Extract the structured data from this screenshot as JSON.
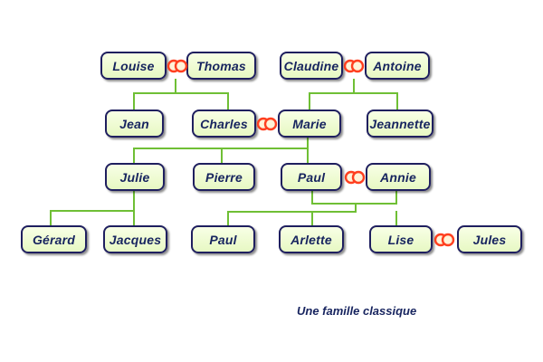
{
  "diagram": {
    "people": {
      "louise": "Louise",
      "thomas": "Thomas",
      "claudine": "Claudine",
      "antoine": "Antoine",
      "jean": "Jean",
      "charles": "Charles",
      "marie": "Marie",
      "jeannette": "Jeannette",
      "julie": "Julie",
      "pierre": "Pierre",
      "paul_parent": "Paul",
      "annie": "Annie",
      "gerard": "Gérard",
      "jacques": "Jacques",
      "paul_child": "Paul",
      "arlette": "Arlette",
      "lise": "Lise",
      "jules": "Jules"
    },
    "caption": "Une famille classique",
    "marriage_icon_name": "wedding-rings-icon",
    "colors": {
      "box_fill": "#eaf8cc",
      "box_border": "#1f1f5f",
      "text": "#17245f",
      "connector": "#6fbf35",
      "ring": "#ff3f1f"
    }
  }
}
